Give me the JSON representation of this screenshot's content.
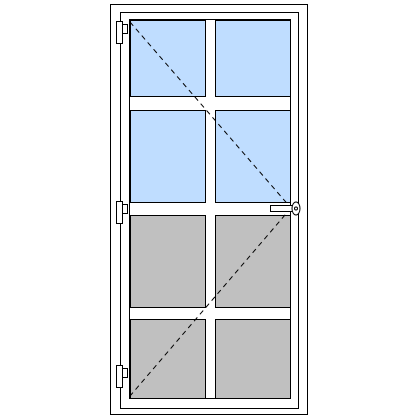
{
  "door": {
    "opening": "left-hinged",
    "handle_side": "right",
    "hinges": 3,
    "panes": {
      "columns": 2,
      "glazed_rows": 2,
      "panel_rows": 2
    }
  },
  "colors": {
    "frame_fill": "#ffffff",
    "stroke": "#000000",
    "glass": "#bfddff",
    "panel": "#c0c0c0",
    "bars": "#ffffff",
    "swing_line": "#000000"
  }
}
